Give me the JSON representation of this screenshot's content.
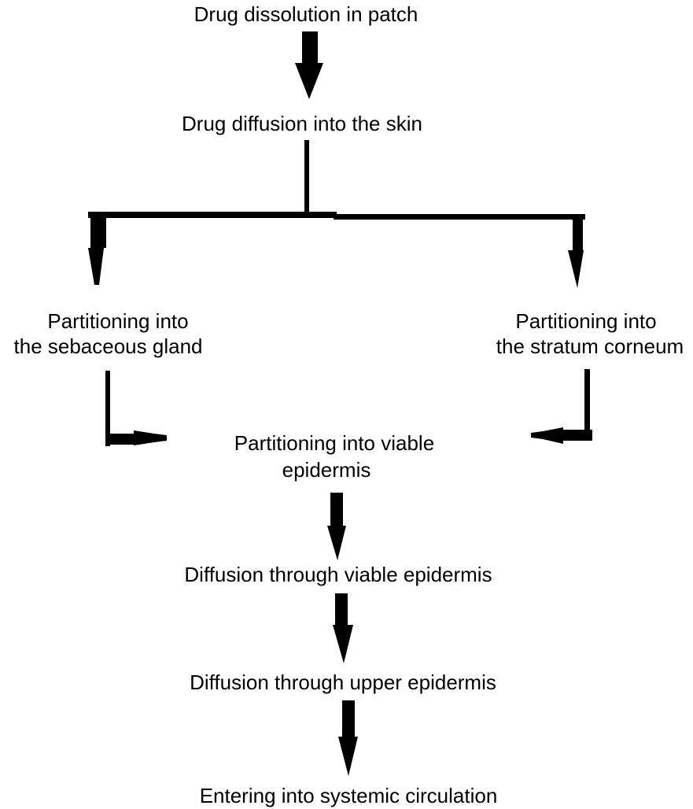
{
  "diagram": {
    "type": "flowchart",
    "nodes": {
      "dissolution": "Drug dissolution in patch",
      "diffusion_skin": "Drug diffusion into the skin",
      "sebaceous": [
        "Partitioning into",
        "the sebaceous gland"
      ],
      "stratum": [
        "Partitioning into",
        "the stratum corneum"
      ],
      "viable_partition": [
        "Partitioning into viable",
        "epidermis"
      ],
      "viable_diffusion": "Diffusion through viable epidermis",
      "upper_diffusion": "Diffusion through upper epidermis",
      "systemic": "Entering into systemic circulation"
    },
    "edges": [
      {
        "from": "dissolution",
        "to": "diffusion_skin"
      },
      {
        "from": "diffusion_skin",
        "to": "sebaceous"
      },
      {
        "from": "diffusion_skin",
        "to": "stratum"
      },
      {
        "from": "sebaceous",
        "to": "viable_partition"
      },
      {
        "from": "stratum",
        "to": "viable_partition"
      },
      {
        "from": "viable_partition",
        "to": "viable_diffusion"
      },
      {
        "from": "viable_diffusion",
        "to": "upper_diffusion"
      },
      {
        "from": "upper_diffusion",
        "to": "systemic"
      }
    ],
    "colors": {
      "ink": "#000000",
      "background": "#ffffff"
    }
  }
}
